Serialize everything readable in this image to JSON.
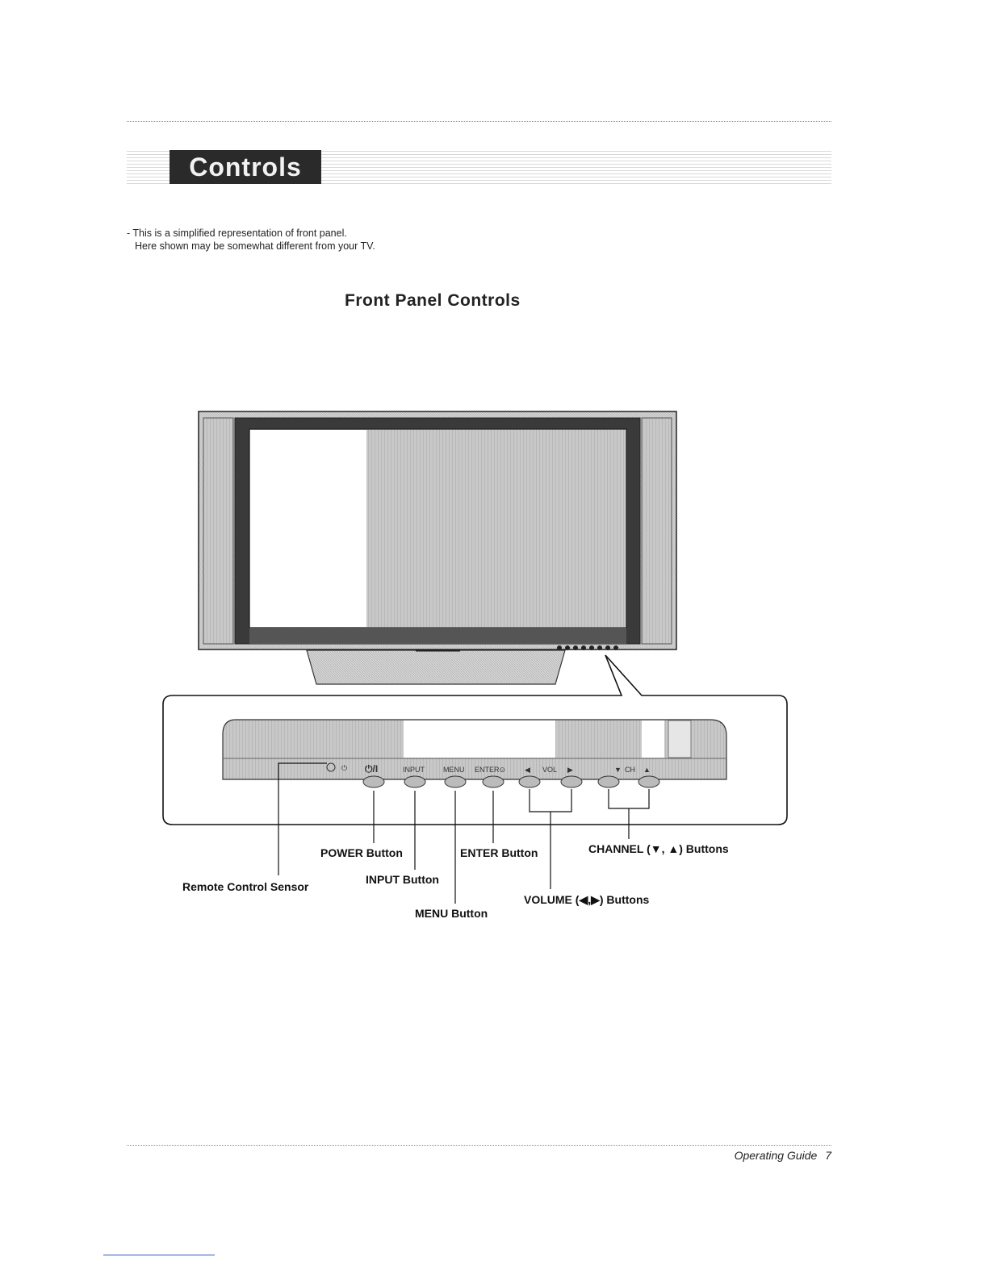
{
  "header": {
    "title": "Controls"
  },
  "intro": {
    "line1": "- This is a simplified representation of front panel.",
    "line2": "Here shown may be somewhat different from your TV."
  },
  "section_title": "Front Panel Controls",
  "panel_labels": {
    "power_symbol": "⏻/I",
    "input": "INPUT",
    "menu": "MENU",
    "enter": "ENTER⊙",
    "vol": "VOL",
    "ch": "CH"
  },
  "callouts": {
    "power": "POWER Button",
    "enter": "ENTER Button",
    "channel": "CHANNEL (▼, ▲) Buttons",
    "remote": "Remote Control Sensor",
    "input": "INPUT Button",
    "volume": "VOLUME (◀,▶) Buttons",
    "menu": "MENU Button"
  },
  "footer": {
    "label": "Operating Guide",
    "page": "7"
  }
}
